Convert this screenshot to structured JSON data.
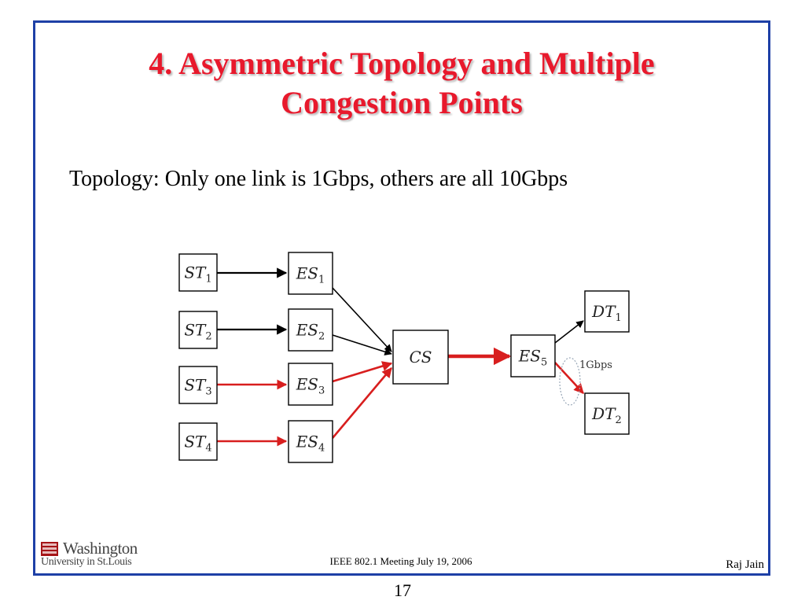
{
  "slide": {
    "title_line1": "4. Asymmetric Topology and Multiple",
    "title_line2": "Congestion Points",
    "body": "Topology: Only one link is 1Gbps, others are all 10Gbps",
    "footer_meeting": "IEEE 802.1 Meeting  July 19, 2006",
    "footer_author": "Raj Jain",
    "page_number": "17",
    "logo_line1": "Washington",
    "logo_line2": "University in St.Louis"
  },
  "colors": {
    "frame": "#1e40a6",
    "title": "#e8192c",
    "congested_link": "#d81e1e",
    "normal_link": "#000000",
    "loop": "#9aa8b8"
  },
  "diagram": {
    "nodes": [
      {
        "id": "ST1",
        "base": "ST",
        "sub": "1"
      },
      {
        "id": "ST2",
        "base": "ST",
        "sub": "2"
      },
      {
        "id": "ST3",
        "base": "ST",
        "sub": "3"
      },
      {
        "id": "ST4",
        "base": "ST",
        "sub": "4"
      },
      {
        "id": "ES1",
        "base": "ES",
        "sub": "1"
      },
      {
        "id": "ES2",
        "base": "ES",
        "sub": "2"
      },
      {
        "id": "ES3",
        "base": "ES",
        "sub": "3"
      },
      {
        "id": "ES4",
        "base": "ES",
        "sub": "4"
      },
      {
        "id": "CS",
        "base": "CS",
        "sub": ""
      },
      {
        "id": "ES5",
        "base": "ES",
        "sub": "5"
      },
      {
        "id": "DT1",
        "base": "DT",
        "sub": "1"
      },
      {
        "id": "DT2",
        "base": "DT",
        "sub": "2"
      }
    ],
    "edges": [
      {
        "from": "ST1",
        "to": "ES1",
        "congested": false
      },
      {
        "from": "ST2",
        "to": "ES2",
        "congested": false
      },
      {
        "from": "ST3",
        "to": "ES3",
        "congested": true
      },
      {
        "from": "ST4",
        "to": "ES4",
        "congested": true
      },
      {
        "from": "ES1",
        "to": "CS",
        "congested": false
      },
      {
        "from": "ES2",
        "to": "CS",
        "congested": false
      },
      {
        "from": "ES3",
        "to": "CS",
        "congested": true
      },
      {
        "from": "ES4",
        "to": "CS",
        "congested": true
      },
      {
        "from": "CS",
        "to": "ES5",
        "congested": true
      },
      {
        "from": "ES5",
        "to": "DT1",
        "congested": false
      },
      {
        "from": "ES5",
        "to": "DT2",
        "congested": true
      }
    ],
    "link_annotation": "1Gbps"
  }
}
